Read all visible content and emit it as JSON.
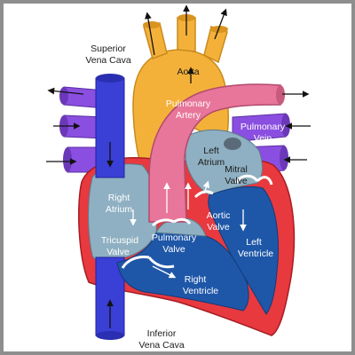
{
  "diagram": {
    "labels": {
      "superior_vena_cava_1": "Superior",
      "superior_vena_cava_2": "Vena Cava",
      "aorta": "Aorta",
      "pulmonary_artery_1": "Pulmonary",
      "pulmonary_artery_2": "Artery",
      "pulmonary_vein_1": "Pulmonary",
      "pulmonary_vein_2": "Vein",
      "left_atrium_1": "Left",
      "left_atrium_2": "Atrium",
      "mitral_valve_1": "Mitral",
      "mitral_valve_2": "Valve",
      "right_atrium_1": "Right",
      "right_atrium_2": "Atrium",
      "aortic_valve_1": "Aortic",
      "aortic_valve_2": "Valve",
      "left_ventricle_1": "Left",
      "left_ventricle_2": "Ventricle",
      "tricuspid_valve_1": "Tricuspid",
      "tricuspid_valve_2": "Valve",
      "pulmonary_valve_1": "Pulmonary",
      "pulmonary_valve_2": "Valve",
      "right_ventricle_1": "Right",
      "right_ventricle_2": "Ventricle",
      "inferior_vena_cava_1": "Inferior",
      "inferior_vena_cava_2": "Vena Cava"
    },
    "colors": {
      "aorta": "#f4b13a",
      "pulmonary_artery": "#e8769a",
      "vena_cava": "#3a3fd6",
      "pulmonary_vein": "#8a4fe0",
      "heart_wall": "#e8393f",
      "oxygen_poor_chamber": "#8fb0c2",
      "oxygen_rich_chamber": "#1f57a8",
      "frame": "#8e8e8e"
    }
  }
}
